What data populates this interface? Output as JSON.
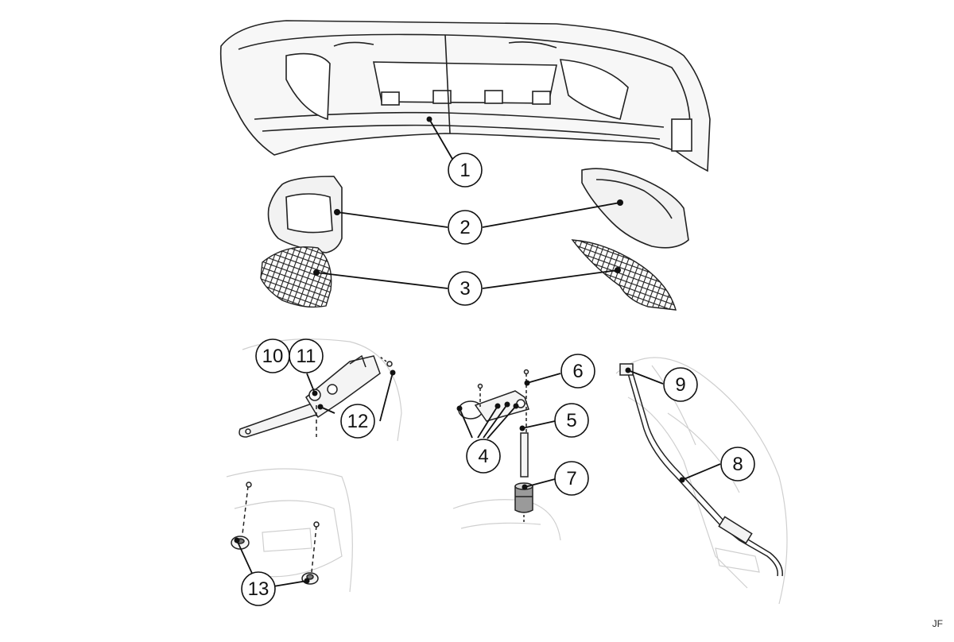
{
  "callouts": {
    "c1": "1",
    "c2": "2",
    "c3": "3",
    "c4": "4",
    "c5": "5",
    "c6": "6",
    "c7": "7",
    "c8": "8",
    "c9": "9",
    "c10": "10",
    "c11": "11",
    "c12": "12",
    "c13": "13"
  },
  "signature": "JF",
  "colors": {
    "line": "#111111",
    "ghost": "#c8c8c8",
    "mesh": "#2a2a2a",
    "part": "#f4f4f4"
  }
}
